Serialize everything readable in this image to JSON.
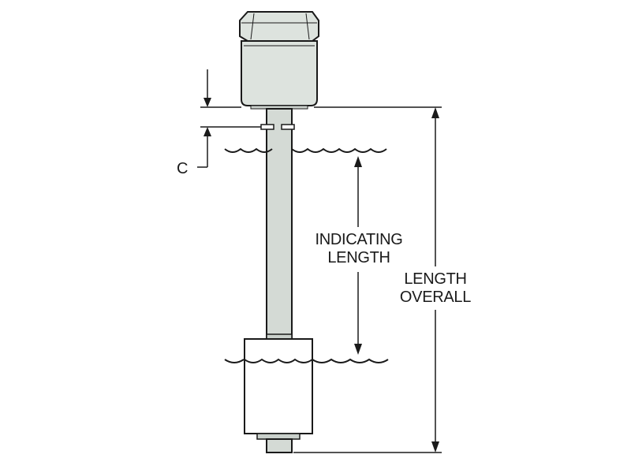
{
  "labels": {
    "c": "C",
    "indicating_length": [
      "INDICATING",
      "LENGTH"
    ],
    "length_overall": [
      "LENGTH",
      "OVERALL"
    ]
  },
  "colors": {
    "stroke": "#1a1a1a",
    "head_fill": "#dde3de",
    "head_shade": "#c9d0cb",
    "stem_fill": "#d4dad5",
    "float_fill": "#ffffff",
    "background": "#ffffff"
  }
}
